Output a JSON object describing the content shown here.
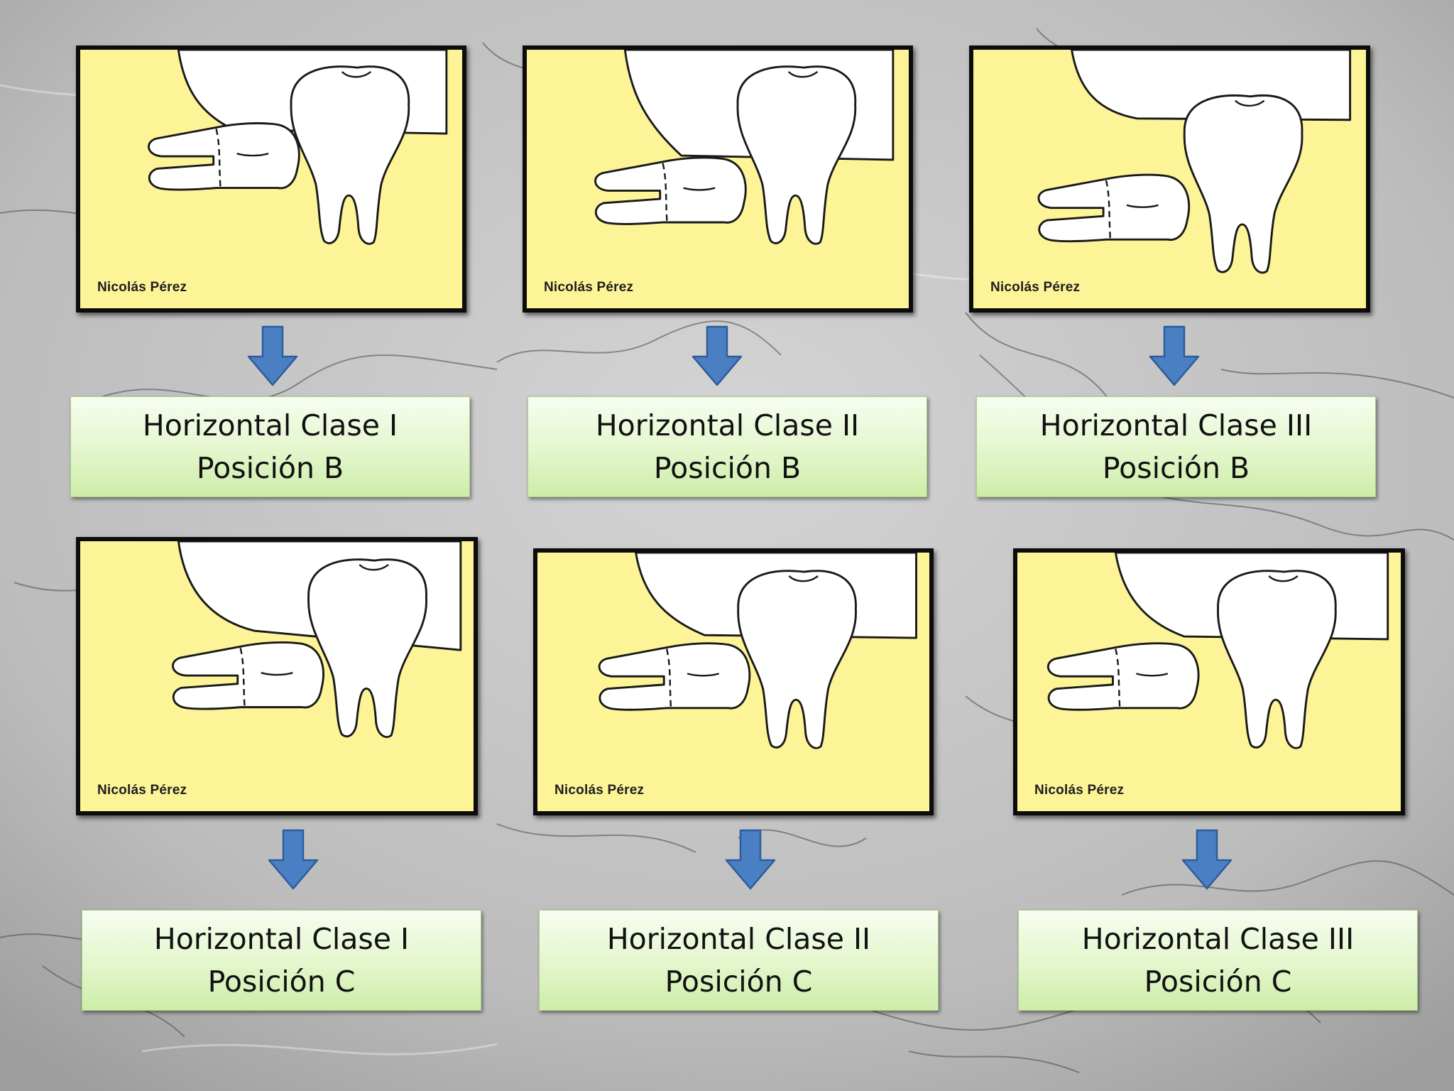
{
  "cards": [
    {
      "id": "h1b",
      "credit": "Nicolás Pérez",
      "line1": "Horizontal Clase I",
      "line2": "Posición B"
    },
    {
      "id": "h2b",
      "credit": "Nicolás Pérez",
      "line1": "Horizontal Clase II",
      "line2": "Posición B"
    },
    {
      "id": "h3b",
      "credit": "Nicolás Pérez",
      "line1": "Horizontal Clase III",
      "line2": "Posición B"
    },
    {
      "id": "h1c",
      "credit": "Nicolás Pérez",
      "line1": "Horizontal Clase I",
      "line2": "Posición C"
    },
    {
      "id": "h2c",
      "credit": "Nicolás Pérez",
      "line1": "Horizontal Clase II",
      "line2": "Posición C"
    },
    {
      "id": "h3c",
      "credit": "Nicolás Pérez",
      "line1": "Horizontal Clase III",
      "line2": "Posición C"
    }
  ],
  "colors": {
    "bone": "#fdf497",
    "soft_tissue": "#ffffff",
    "arrow": "#4a7fc4",
    "label_fill": "#e3f6cc",
    "frame": "#0c0c0c"
  }
}
